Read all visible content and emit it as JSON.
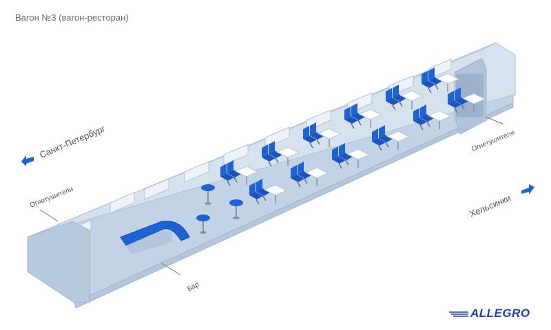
{
  "title": "Вагон №3 (вагон-ресторан)",
  "directions": {
    "left": "Санкт-Петербург",
    "right": "Хельсинки"
  },
  "labels": {
    "extinguishers_left": "Огнетушители",
    "extinguishers_right": "Огнетушители",
    "bar": "Бар"
  },
  "logo": "ALLEGRO",
  "colors": {
    "seat_blue": "#1e63d6",
    "car_shell": "#c9d8ea",
    "car_floor": "#b9cbe0",
    "logo_blue": "#1d3fb8"
  }
}
